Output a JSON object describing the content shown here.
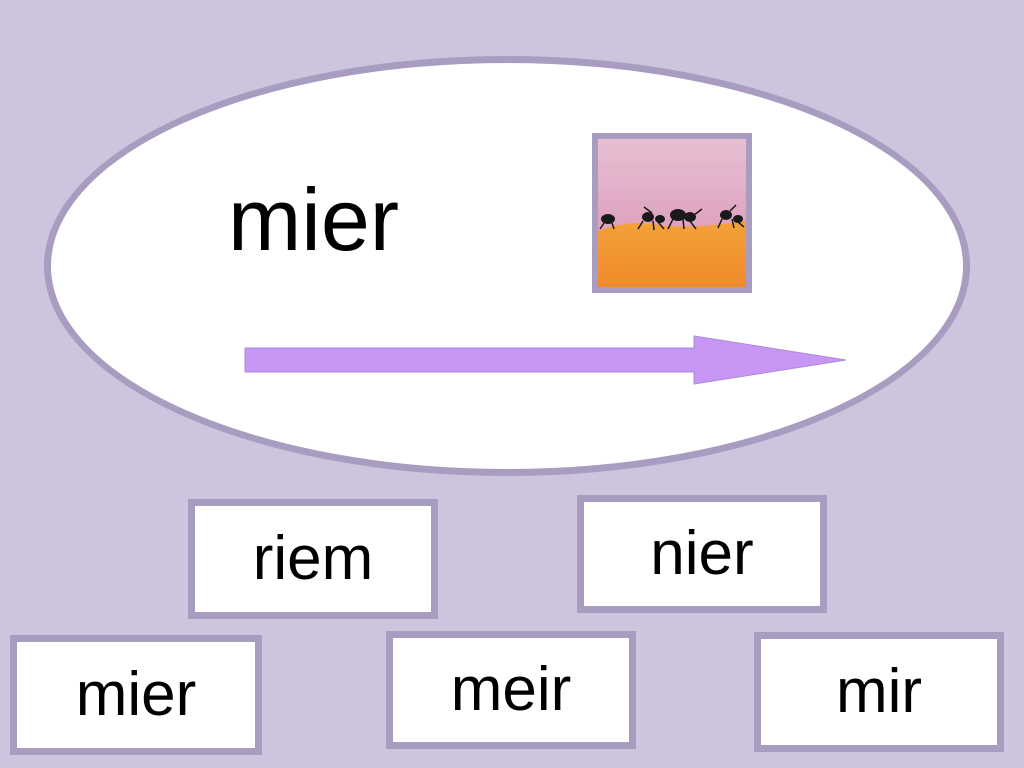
{
  "target": {
    "word": "mier",
    "picture": "ants-on-sand-image",
    "arrow": "right-arrow"
  },
  "options": [
    {
      "id": "riem",
      "label": "riem"
    },
    {
      "id": "nier",
      "label": "nier"
    },
    {
      "id": "mier",
      "label": "mier"
    },
    {
      "id": "meir",
      "label": "meir"
    },
    {
      "id": "mir",
      "label": "mir"
    }
  ],
  "colors": {
    "background": "#cdc5de",
    "border": "#a89cc0",
    "arrow": "#c896f5",
    "panel": "#ffffff"
  }
}
